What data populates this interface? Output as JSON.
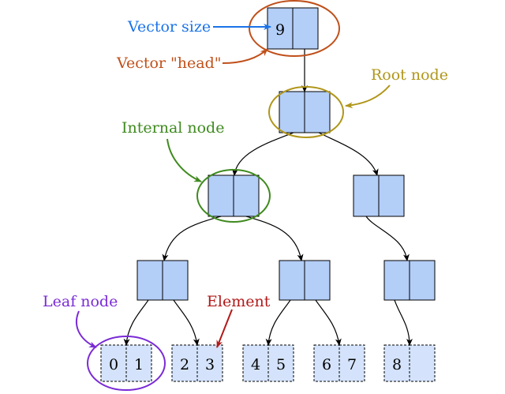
{
  "labels": {
    "vector_size": "Vector size",
    "vector_head": "Vector \"head\"",
    "root_node": "Root node",
    "internal_node": "Internal node",
    "leaf_node": "Leaf node",
    "element": "Element"
  },
  "head": {
    "size": "9"
  },
  "leaves": [
    {
      "values": [
        "0",
        "1"
      ]
    },
    {
      "values": [
        "2",
        "3"
      ]
    },
    {
      "values": [
        "4",
        "5"
      ]
    },
    {
      "values": [
        "6",
        "7"
      ]
    },
    {
      "values": [
        "8",
        ""
      ]
    }
  ],
  "colors": {
    "node_fill": "#b3cef7",
    "leaf_fill": "#d4e3fb",
    "vector_size": "#1a73e8",
    "vector_head": "#c0501a",
    "root_node": "#b0961a",
    "internal_node": "#3f8a1f",
    "leaf_node": "#7a2bd6",
    "element": "#b21a1a"
  }
}
